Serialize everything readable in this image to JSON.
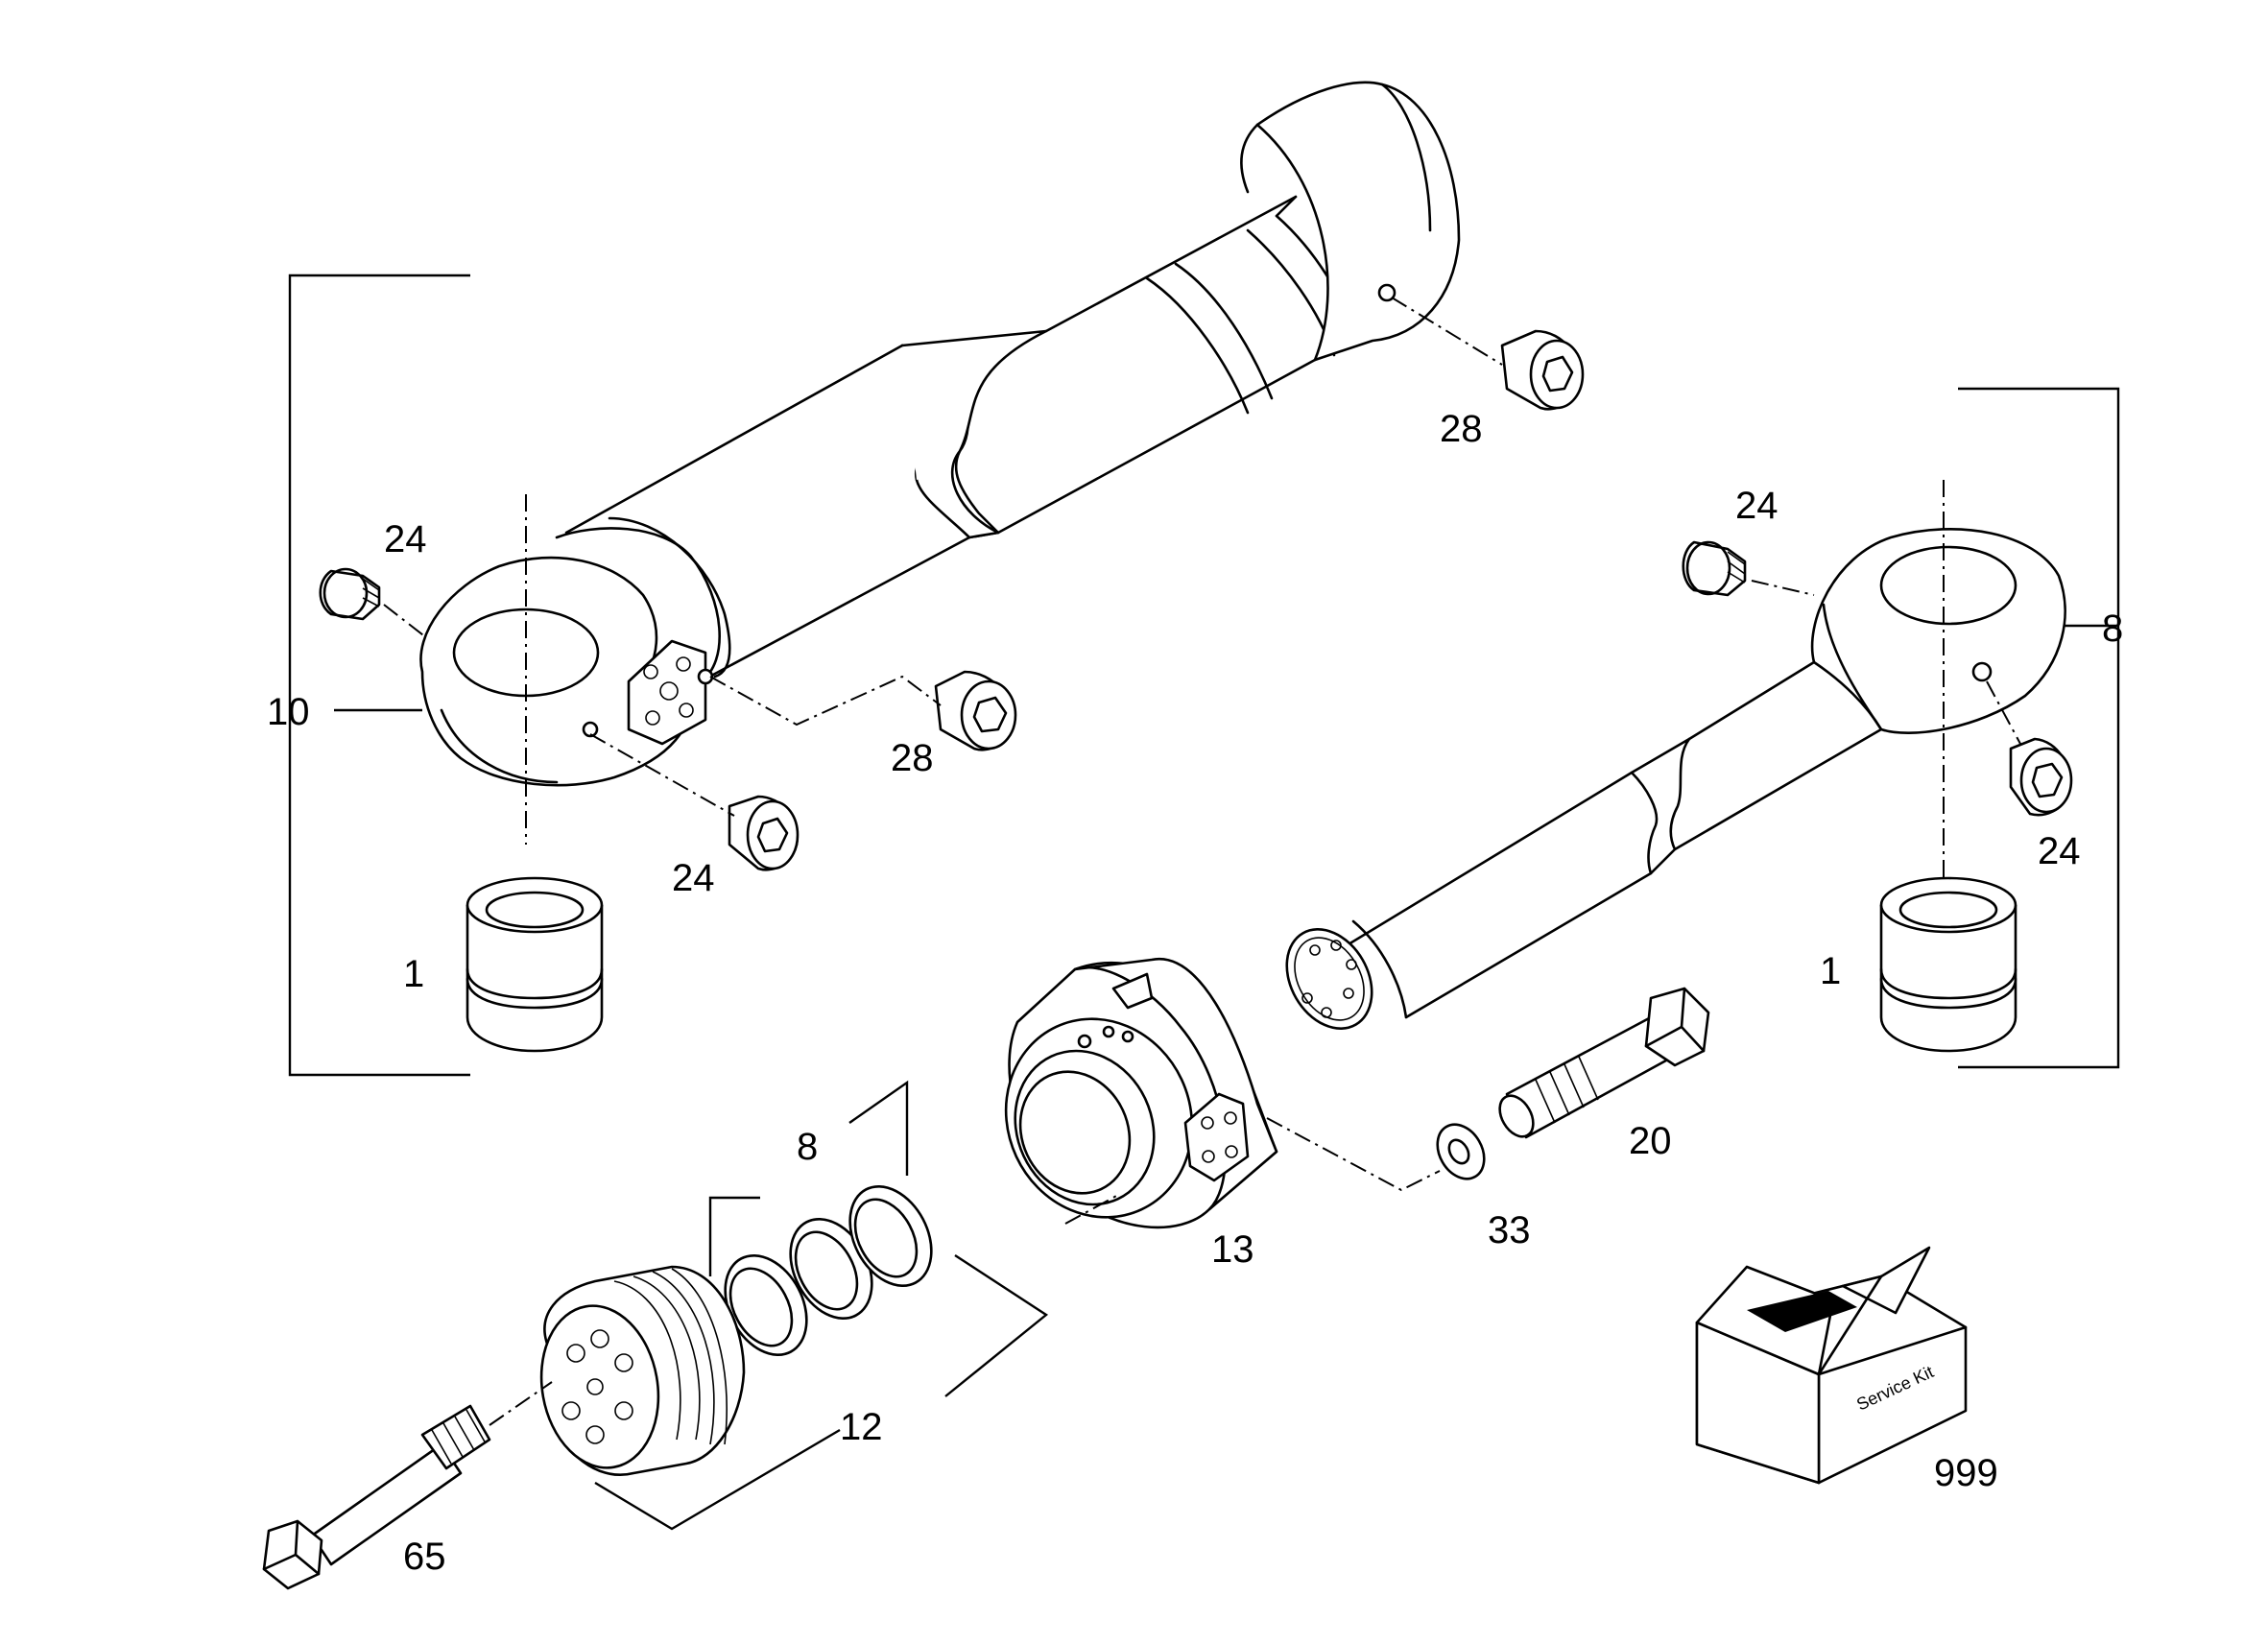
{
  "callouts": {
    "c1_left": "1",
    "c1_right": "1",
    "c8_right": "8",
    "c8_seals": "8",
    "c10": "10",
    "c12": "12",
    "c13": "13",
    "c20": "20",
    "c24_a": "24",
    "c24_b": "24",
    "c24_c": "24",
    "c24_d": "24",
    "c28_a": "28",
    "c28_b": "28",
    "c33": "33",
    "c65": "65",
    "c999": "999"
  },
  "service_kit": {
    "box_text": "Service Kit"
  },
  "icons": {
    "cylinder_tube": "cylinder-tube-icon",
    "piston_rod": "piston-rod-icon",
    "bushing": "bushing-icon",
    "grease_nipple": "grease-nipple-icon",
    "cylinder_head": "cylinder-head-icon",
    "piston": "piston-icon",
    "seal_ring": "seal-ring-icon",
    "bolt": "hex-bolt-icon",
    "washer": "washer-icon",
    "service_box": "service-kit-box-icon"
  }
}
